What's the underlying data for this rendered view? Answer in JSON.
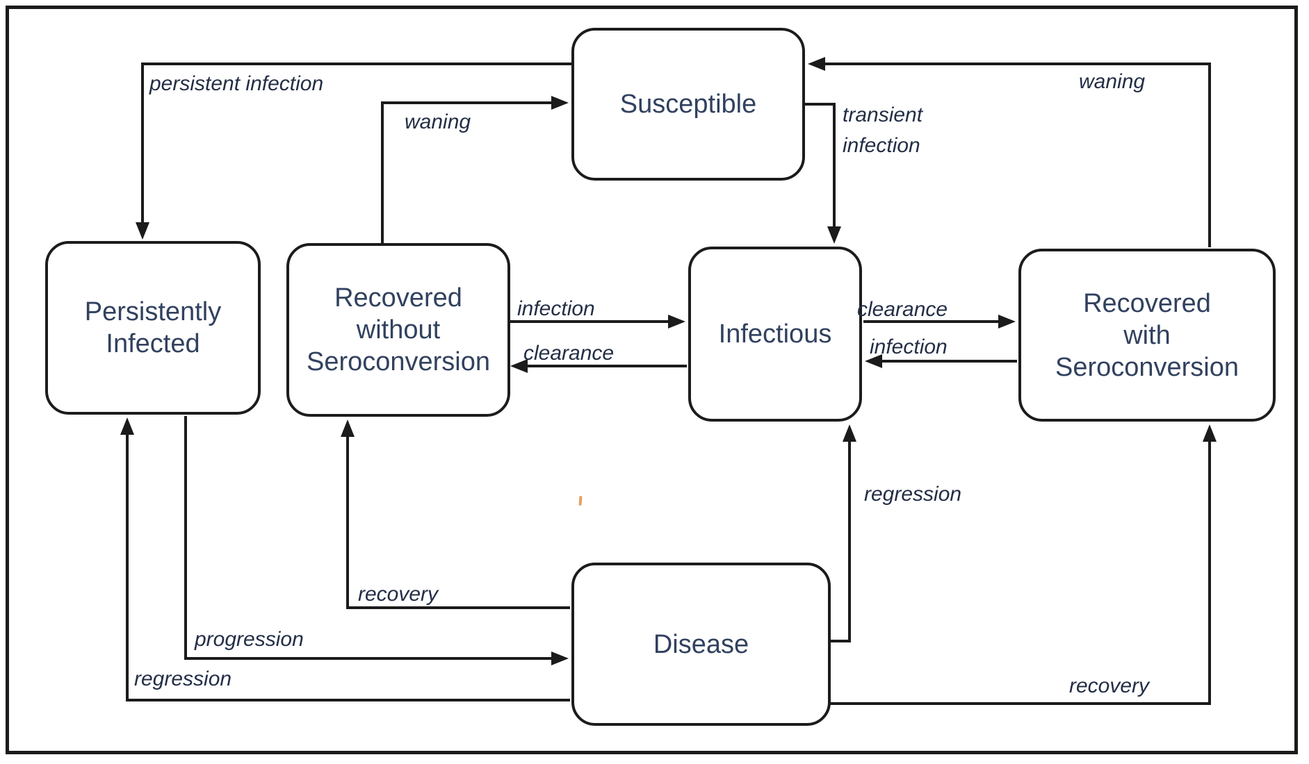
{
  "diagram": {
    "nodes": [
      {
        "id": "susceptible",
        "label": "Susceptible",
        "lines": [
          "Susceptible"
        ]
      },
      {
        "id": "persistently-infected",
        "label": "Persistently Infected",
        "lines": [
          "Persistently",
          "Infected"
        ]
      },
      {
        "id": "recovered-without-seroconversion",
        "label": "Recovered without Seroconversion",
        "lines": [
          "Recovered",
          "without",
          "Seroconversion"
        ]
      },
      {
        "id": "infectious",
        "label": "Infectious",
        "lines": [
          "Infectious"
        ]
      },
      {
        "id": "recovered-with-seroconversion",
        "label": "Recovered with Seroconversion",
        "lines": [
          "Recovered",
          "with",
          "Seroconversion"
        ]
      },
      {
        "id": "disease",
        "label": "Disease",
        "lines": [
          "Disease"
        ]
      }
    ],
    "edges": [
      {
        "id": "persistent-infection",
        "label": "persistent infection",
        "from": "Susceptible",
        "to": "Persistently Infected"
      },
      {
        "id": "waning-left",
        "label": "waning",
        "from": "Recovered without Seroconversion",
        "to": "Susceptible"
      },
      {
        "id": "transient-infection",
        "label": "transient infection",
        "lines": [
          "transient",
          "infection"
        ],
        "from": "Susceptible",
        "to": "Infectious"
      },
      {
        "id": "waning-right",
        "label": "waning",
        "from": "Recovered with Seroconversion",
        "to": "Susceptible"
      },
      {
        "id": "infection-rwos-to-infectious",
        "label": "infection",
        "from": "Recovered without Seroconversion",
        "to": "Infectious"
      },
      {
        "id": "clearance-infectious-to-rwos",
        "label": "clearance",
        "from": "Infectious",
        "to": "Recovered without Seroconversion"
      },
      {
        "id": "clearance-infectious-to-rws",
        "label": "clearance",
        "from": "Infectious",
        "to": "Recovered with Seroconversion"
      },
      {
        "id": "infection-rws-to-infectious",
        "label": "infection",
        "from": "Recovered with Seroconversion",
        "to": "Infectious"
      },
      {
        "id": "regression-disease-to-infectious",
        "label": "regression",
        "from": "Disease",
        "to": "Infectious"
      },
      {
        "id": "recovery-disease-to-rwos",
        "label": "recovery",
        "from": "Disease",
        "to": "Recovered without Seroconversion"
      },
      {
        "id": "progression",
        "label": "progression",
        "from": "Persistently Infected",
        "to": "Disease"
      },
      {
        "id": "regression-disease-to-pi",
        "label": "regression",
        "from": "Disease",
        "to": "Persistently Infected"
      },
      {
        "id": "recovery-disease-to-rws",
        "label": "recovery",
        "from": "Disease",
        "to": "Recovered with Seroconversion"
      }
    ],
    "colors": {
      "line": "#1b1b1b",
      "node_text": "#31415f",
      "label_text": "#232e46",
      "background": "#ffffff",
      "artifact_orange": "#e09040"
    }
  }
}
